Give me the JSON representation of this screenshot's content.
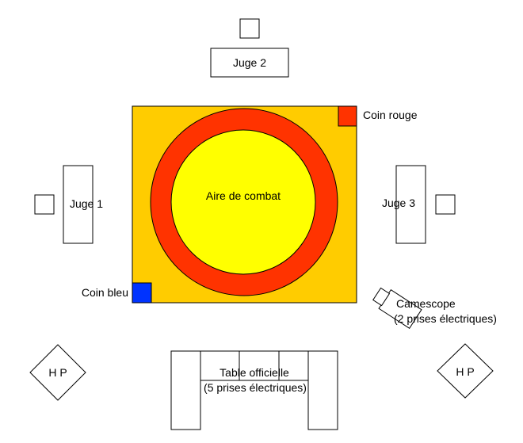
{
  "labels": {
    "juge1": "Juge 1",
    "juge2": "Juge 2",
    "juge3": "Juge 3",
    "coin_rouge": "Coin rouge",
    "coin_bleu": "Coin bleu",
    "aire": "Aire de combat",
    "camescope_line1": "Camescope",
    "camescope_line2": "(2 prises électriques)",
    "table_line1": "Table officielle",
    "table_line2": "(5 prises électriques)",
    "hp_left": "H P",
    "hp_right": "H P"
  },
  "colors": {
    "mat": "#FFCC00",
    "ring": "#FF3300",
    "inner_area": "#FFFF00",
    "coin_rouge": "#FF3300",
    "coin_bleu": "#0033FF",
    "outline": "#000000",
    "background": "#FFFFFF"
  }
}
